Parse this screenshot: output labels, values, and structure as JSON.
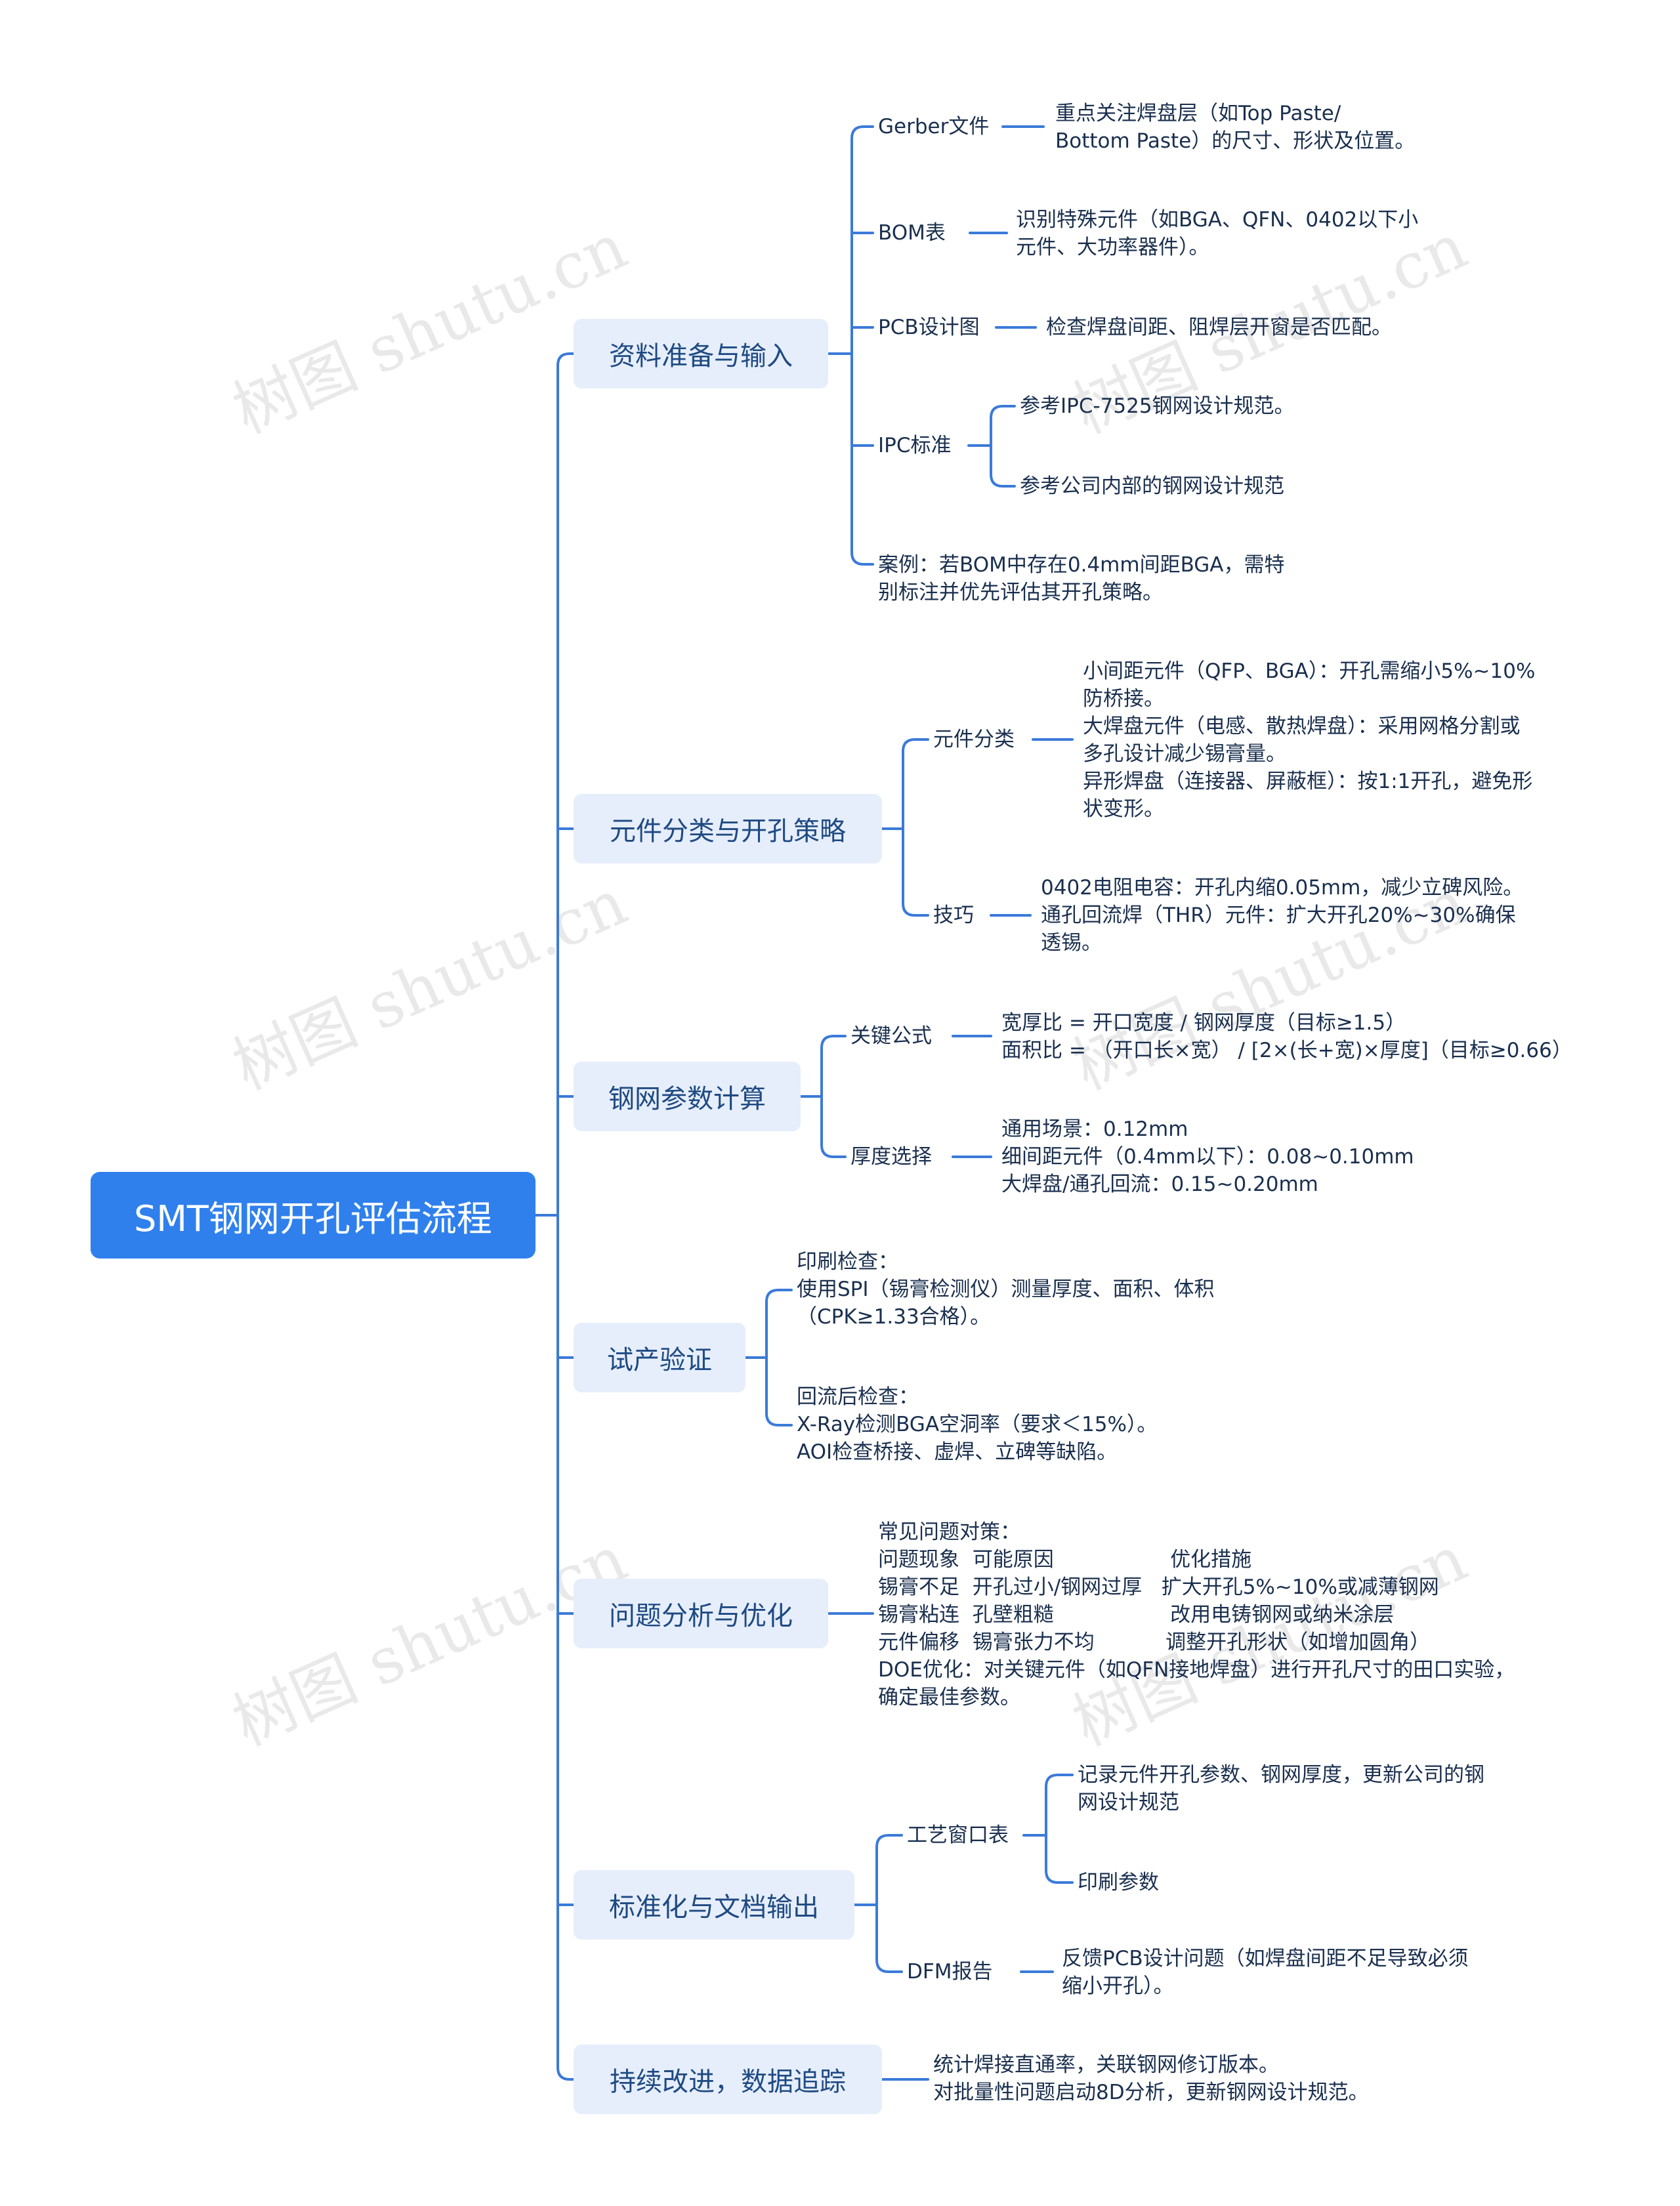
{
  "watermark": "树图 shutu.cn",
  "colors": {
    "root_bg": "#2f80ed",
    "branch_bg": "#e6eefc",
    "link": "#3b7ad9"
  },
  "root": "SMT钢网开孔评估流程",
  "branches": [
    {
      "label": "资料准备与输入",
      "children": [
        {
          "label": "Gerber文件",
          "leaves": [
            "重点关注焊盘层（如Top Paste/\nBottom Paste）的尺寸、形状及位置。"
          ]
        },
        {
          "label": "BOM表",
          "leaves": [
            "识别特殊元件（如BGA、QFN、0402以下小\n元件、大功率器件）。"
          ]
        },
        {
          "label": "PCB设计图",
          "leaves": [
            "检查焊盘间距、阻焊层开窗是否匹配。"
          ]
        },
        {
          "label": "IPC标准",
          "leaves": [
            "参考IPC-7525钢网设计规范。",
            "参考公司内部的钢网设计规范"
          ]
        },
        {
          "label": "案例：若BOM中存在0.4mm间距BGA，需特\n别标注并优先评估其开孔策略。",
          "leaves": []
        }
      ]
    },
    {
      "label": "元件分类与开孔策略",
      "children": [
        {
          "label": "元件分类",
          "leaves": [
            "小间距元件（QFP、BGA）：开孔需缩小5%~10%\n防桥接。\n大焊盘元件（电感、散热焊盘）：采用网格分割或\n多孔设计减少锡膏量。\n异形焊盘（连接器、屏蔽框）：按1:1开孔，避免形\n状变形。"
          ]
        },
        {
          "label": "技巧",
          "leaves": [
            "0402电阻电容：开孔内缩0.05mm，减少立碑风险。\n通孔回流焊（THR）元件：扩大开孔20%~30%确保\n透锡。"
          ]
        }
      ]
    },
    {
      "label": "钢网参数计算",
      "children": [
        {
          "label": "关键公式",
          "leaves": [
            "宽厚比 = 开口宽度 / 钢网厚度（目标≥1.5）\n面积比 = （开口长×宽） / [2×(长+宽)×厚度]（目标≥0.66）"
          ]
        },
        {
          "label": "厚度选择",
          "leaves": [
            "通用场景：0.12mm\n细间距元件（0.4mm以下）：0.08~0.10mm\n大焊盘/通孔回流：0.15~0.20mm"
          ]
        }
      ]
    },
    {
      "label": "试产验证",
      "children": [
        {
          "label": "印刷检查：\n使用SPI（锡膏检测仪）测量厚度、面积、体积\n（CPK≥1.33合格）。",
          "leaves": []
        },
        {
          "label": "回流后检查：\nX-Ray检测BGA空洞率（要求＜15%）。\nAOI检查桥接、虚焊、立碑等缺陷。",
          "leaves": []
        }
      ]
    },
    {
      "label": "问题分析与优化",
      "children": [
        {
          "label": "常见问题对策：\n问题现象  可能原因                  优化措施\n锡膏不足  开孔过小/钢网过厚   扩大开孔5%~10%或减薄钢网\n锡膏粘连  孔壁粗糙                  改用电铸钢网或纳米涂层\n元件偏移  锡膏张力不均           调整开孔形状（如增加圆角）\nDOE优化：对关键元件（如QFN接地焊盘）进行开孔尺寸的田口实验，\n确定最佳参数。",
          "leaves": []
        }
      ]
    },
    {
      "label": "标准化与文档输出",
      "children": [
        {
          "label": "工艺窗口表",
          "leaves": [
            "记录元件开孔参数、钢网厚度，更新公司的钢\n网设计规范",
            "印刷参数"
          ]
        },
        {
          "label": "DFM报告",
          "leaves": [
            "反馈PCB设计问题（如焊盘间距不足导致必须\n缩小开孔）。"
          ]
        }
      ]
    },
    {
      "label": "持续改进，数据追踪",
      "children": [
        {
          "label": "统计焊接直通率，关联钢网修订版本。\n对批量性问题启动8D分析，更新钢网设计规范。",
          "leaves": []
        }
      ]
    }
  ]
}
